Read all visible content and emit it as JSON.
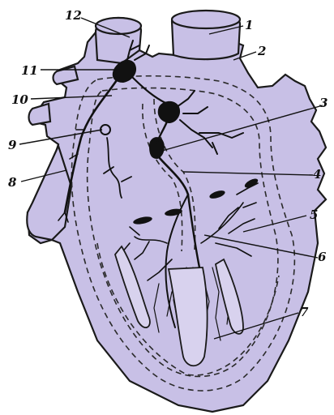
{
  "figure": {
    "colors": {
      "background": "#ffffff",
      "heart_fill": "#c8c0e6",
      "heart_stroke": "#1a1a1a",
      "conduction": "#111111",
      "dashed": "#2a2a2a"
    },
    "labels": [
      {
        "id": "1",
        "text": "1"
      },
      {
        "id": "2",
        "text": "2"
      },
      {
        "id": "3",
        "text": "3"
      },
      {
        "id": "4",
        "text": "4"
      },
      {
        "id": "5",
        "text": "5"
      },
      {
        "id": "6",
        "text": "6"
      },
      {
        "id": "7",
        "text": "7"
      },
      {
        "id": "8",
        "text": "8"
      },
      {
        "id": "9",
        "text": "9"
      },
      {
        "id": "10",
        "text": "10"
      },
      {
        "id": "11",
        "text": "11"
      },
      {
        "id": "12",
        "text": "12"
      }
    ]
  }
}
